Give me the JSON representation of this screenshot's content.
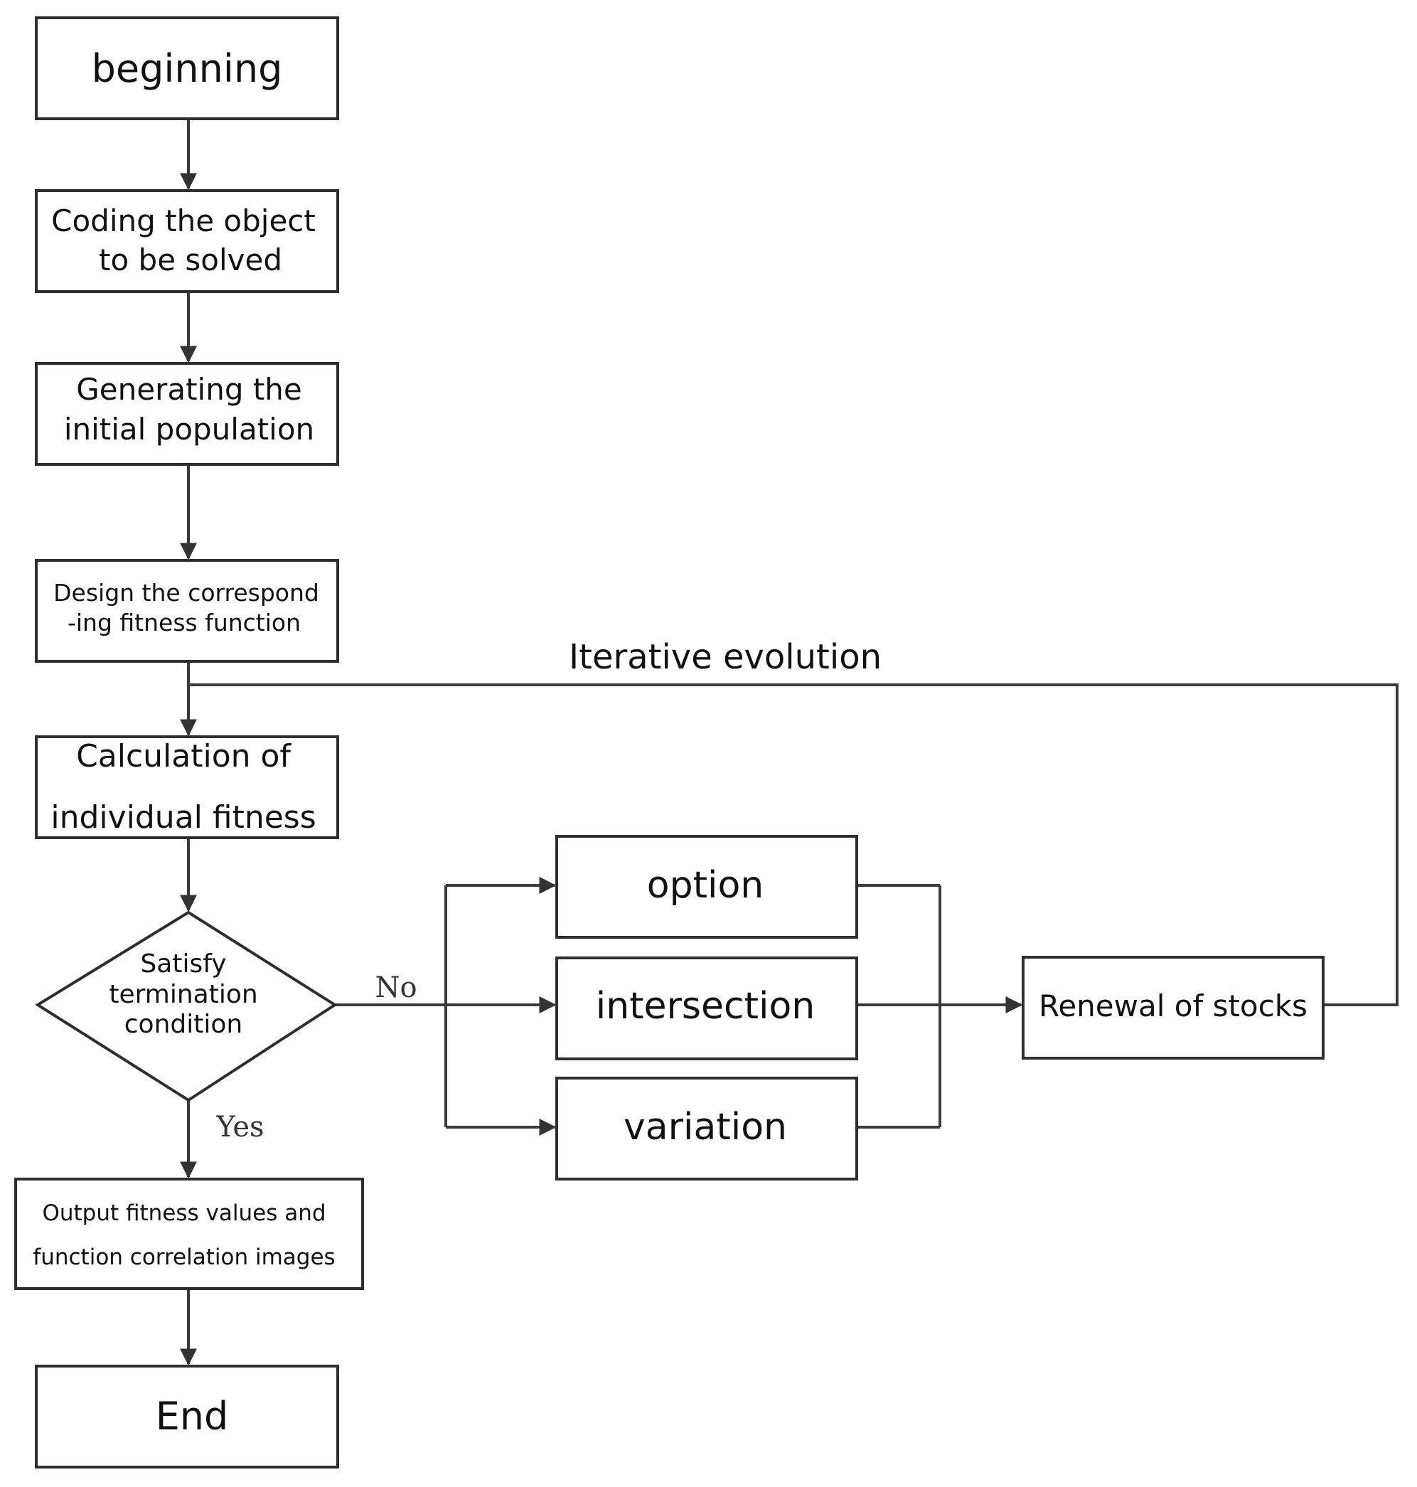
{
  "colors": {
    "stroke": "#2e2e2e",
    "text": "#111111",
    "background": "#ffffff"
  },
  "nodes": {
    "beginning": "beginning",
    "coding_line1": "Coding the object",
    "coding_line2": "to be solved",
    "generating_line1": "Generating the",
    "generating_line2": "initial population",
    "design_line1": "Design the correspond",
    "design_line2": "-ing fitness function",
    "calculation_line1": "Calculation of",
    "calculation_line2": "individual fitness",
    "decision_line1": "Satisfy",
    "decision_line2": "termination",
    "decision_line3": "condition",
    "output_line1": "Output fitness values and",
    "output_line2": "function correlation images",
    "end": "End",
    "option": "option",
    "intersection": "intersection",
    "variation": "variation",
    "renewal": "Renewal of stocks"
  },
  "edge_labels": {
    "loop": "Iterative evolution",
    "no": "No",
    "yes": "Yes"
  }
}
